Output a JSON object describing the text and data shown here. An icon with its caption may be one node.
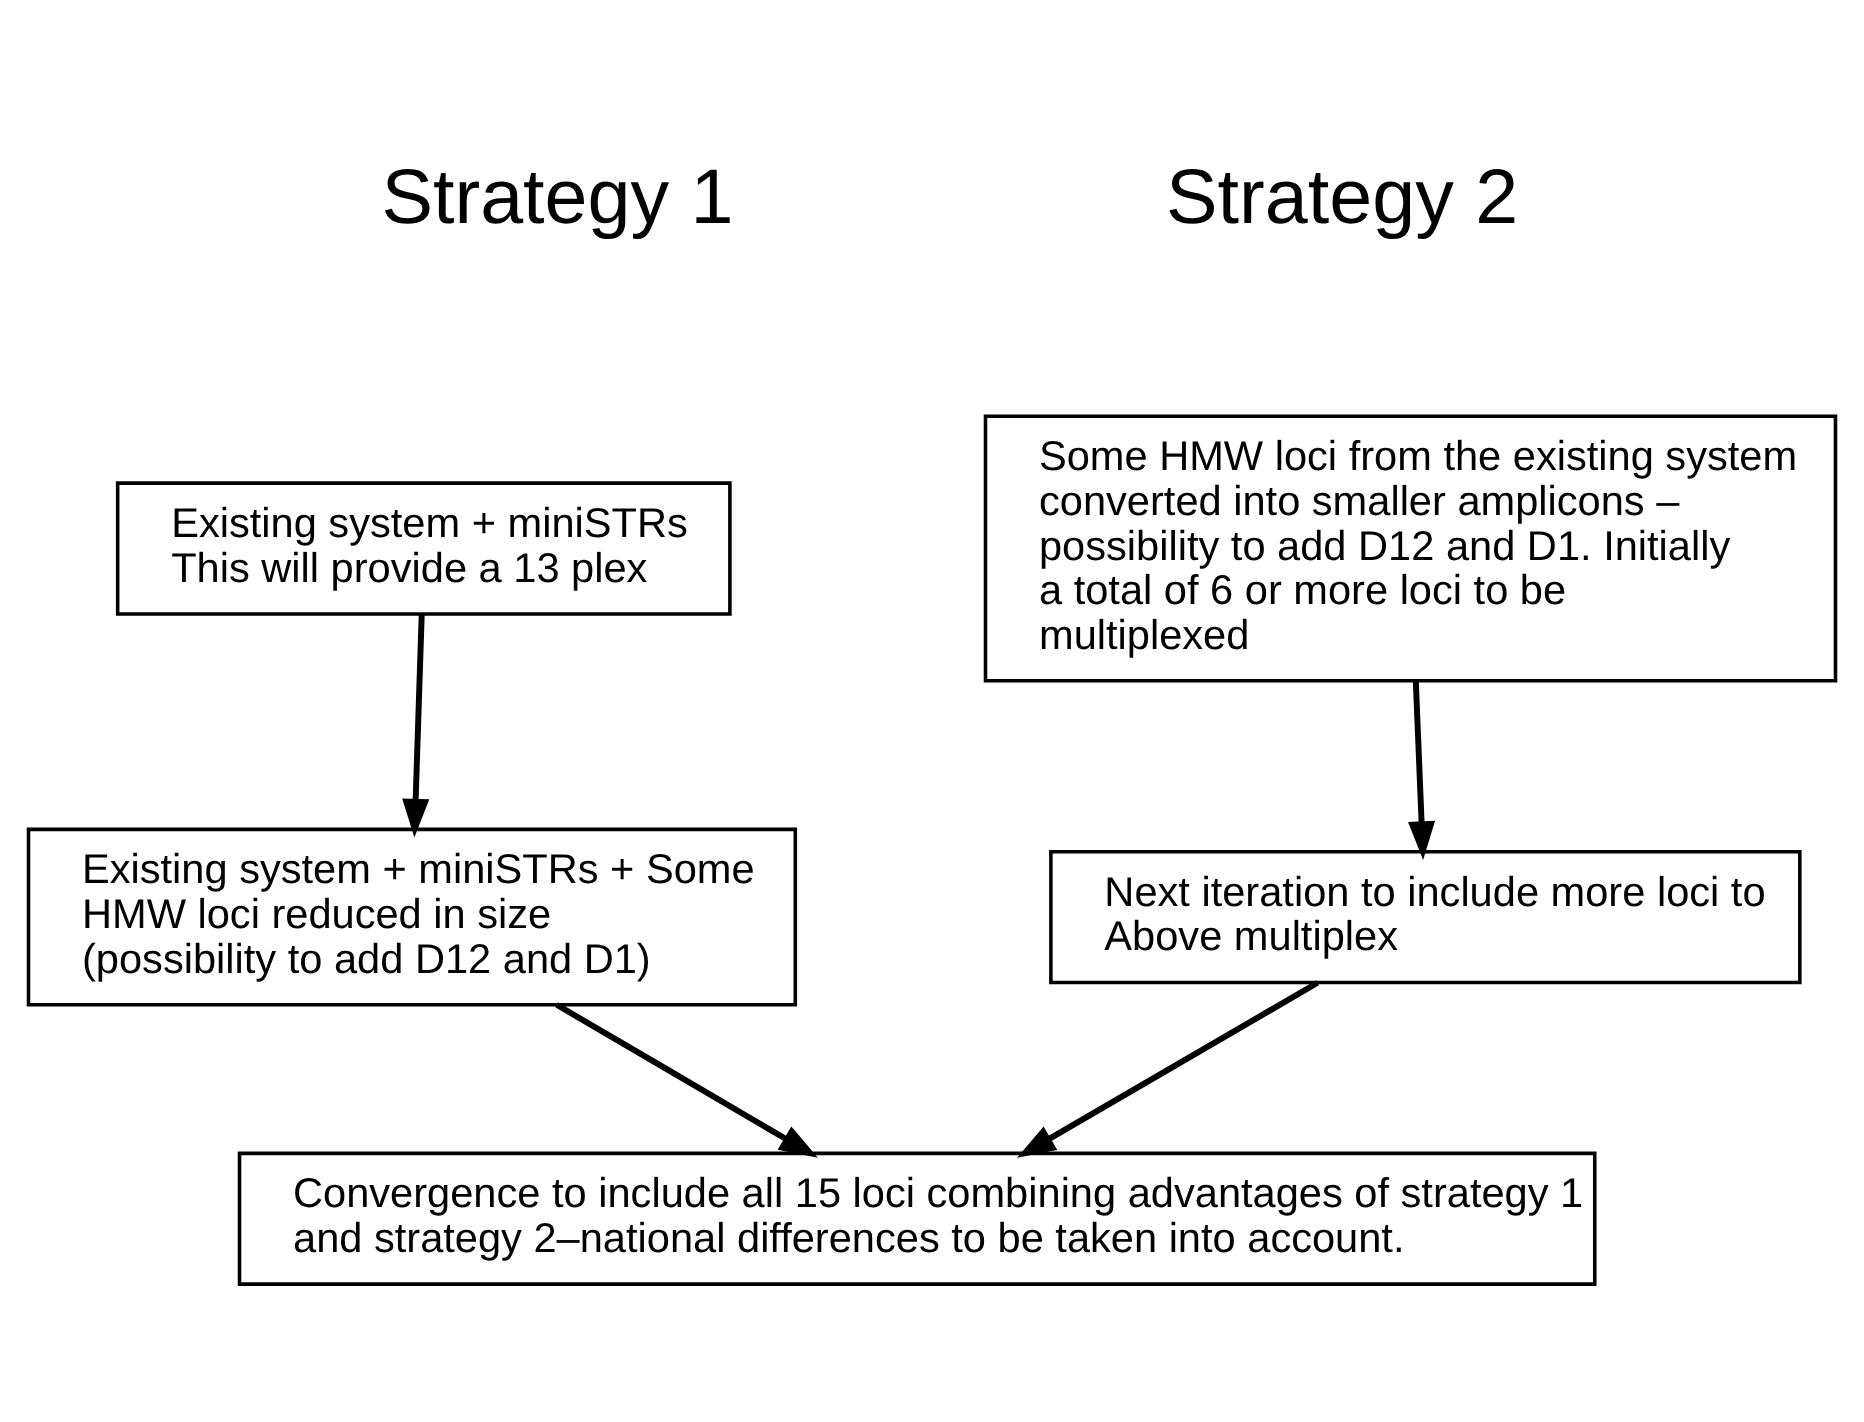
{
  "diagram": {
    "nodes": [
      {
        "text": [
          "Existing system + miniSTRs This will provide a 13 plex"
        ]
      },
      {
        "text": [
          "Existing system + miniSTRs + Some  HMW loci reduced in size (possibility to add D12 and D1)"
        ]
      },
      {
        "text": [
          "Some HMW loci from the existing system converted into smaller amplicons – possibility to add D12 and D1. Initially a total of 6 or more loci to be multiplexed"
        ]
      },
      {
        "text": [
          "Next iteration to include more loci to Above multiplex"
        ]
      },
      {
        "text": [
          "Convergence to include all 15 loci combining advantages of strategy 1 and strategy 2–national differences to be taken into account."
        ]
      }
    ],
    "edges": [
      {
        "from": 0,
        "to": 1,
        "arrow": "to"
      },
      {
        "from": 2,
        "to": 3,
        "arrow": "to"
      },
      {
        "from": 1,
        "to": 4,
        "arrow": "to"
      },
      {
        "from": 3,
        "to": 4,
        "arrow": "to"
      }
    ],
    "labels": [
      "Strategy 1",
      "Strategy 2"
    ]
  }
}
